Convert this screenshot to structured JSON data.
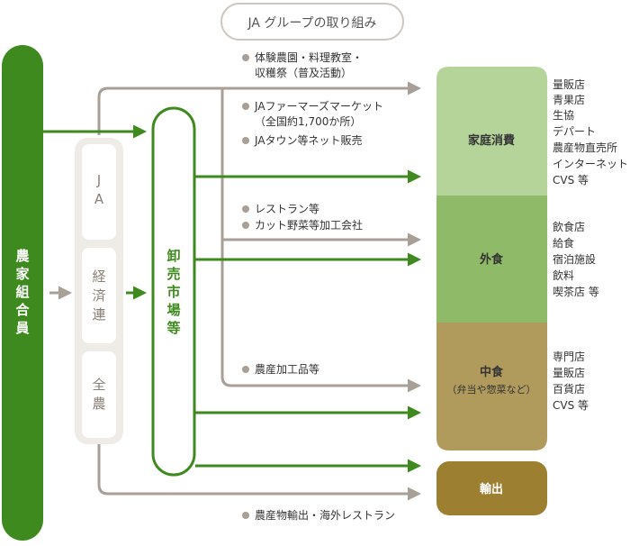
{
  "colors": {
    "green": "#3f8a1f",
    "gray_arrow": "#a89f96",
    "jabox": "#efebe7",
    "jabox_inner": "#ffffff",
    "katei": "#b4d49a",
    "gaishoku": "#8fba68",
    "nakashoku": "#b09a5c",
    "export": "#9c7f31",
    "text": "#333333",
    "white": "#ffffff"
  },
  "header": {
    "title": "JA グループの取り組み"
  },
  "farmers": {
    "label": [
      "農",
      "家",
      "組",
      "合",
      "員"
    ]
  },
  "ja_group": {
    "items": [
      {
        "label": [
          "J",
          "A"
        ]
      },
      {
        "label": [
          "経",
          "済",
          "連"
        ]
      },
      {
        "label": [
          "全",
          "農"
        ]
      }
    ]
  },
  "wholesale": {
    "label": [
      "卸",
      "売",
      "市",
      "場",
      "等"
    ]
  },
  "notes": {
    "n1": [
      "体験農園・料理教室・",
      "収穫祭（普及活動）"
    ],
    "n2": [
      "JAファーマーズマーケット",
      "（全国約1,700か所）"
    ],
    "n3": [
      "JAタウン等ネット販売"
    ],
    "n4": [
      "レストラン等"
    ],
    "n5": [
      "カット野菜等加工会社"
    ],
    "n6": [
      "農産加工品等"
    ],
    "n7": [
      "農産物輸出・海外レストラン"
    ]
  },
  "consumers": {
    "katei": {
      "title": "家庭消費",
      "outlets": [
        "量販店",
        "青果店",
        "生協",
        "デパート",
        "農産物直売所",
        "インターネット",
        "CVS 等"
      ]
    },
    "gaishoku": {
      "title": "外食",
      "outlets": [
        "飲食店",
        "給食",
        "宿泊施設",
        "飲料",
        "喫茶店 等"
      ]
    },
    "nakashoku": {
      "title": "中食",
      "subtitle": "（弁当や惣菜など）",
      "outlets": [
        "専門店",
        "量販店",
        "百貨店",
        "CVS 等"
      ]
    },
    "export": {
      "title": "輸出"
    }
  }
}
